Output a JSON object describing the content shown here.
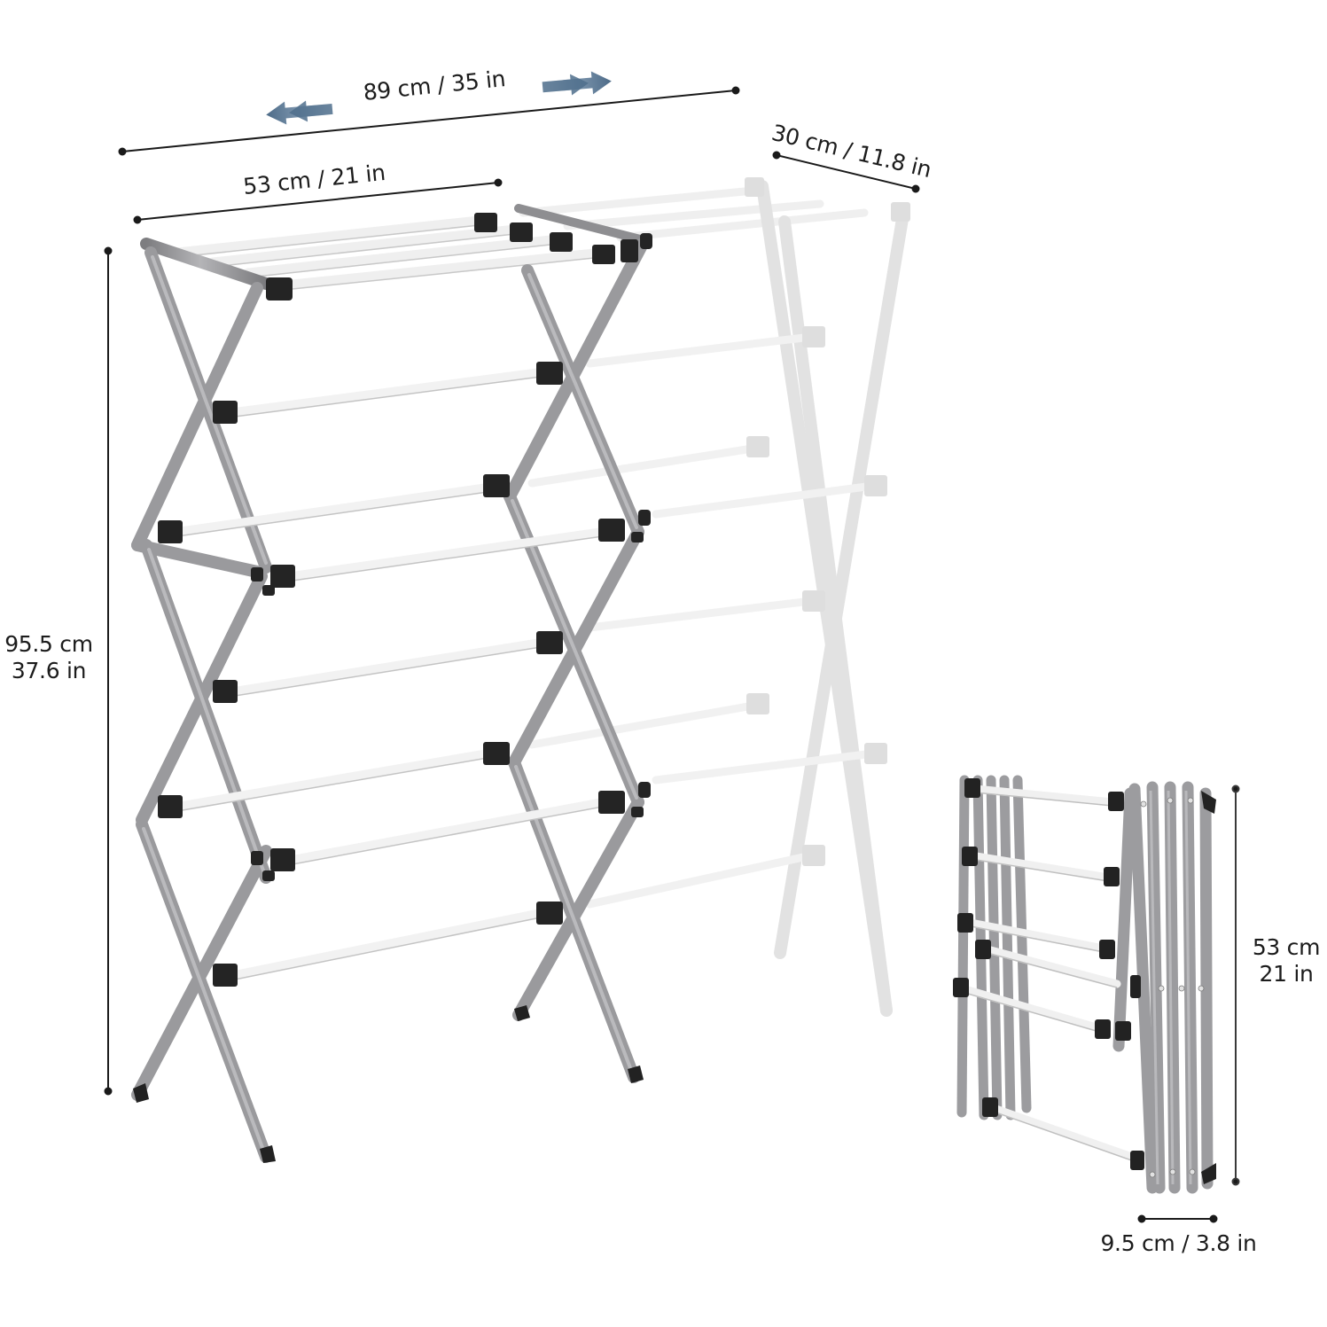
{
  "figure": {
    "subject": "Foldable expandable clothes drying rack — dimension diagram",
    "colors": {
      "background": "#ffffff",
      "frame_metal": "#9a9a9c",
      "frame_metal_dark": "#6f6f72",
      "rod_white": "#f4f4f4",
      "connector_black": "#222222",
      "ghost_extension": "#d9d9d9",
      "dimension_line": "#1a1a1a",
      "arrow_blue": "#5b7a98"
    }
  },
  "dimensions": {
    "expanded_width": {
      "label": "89 cm / 35 in",
      "cm": 89,
      "in": 35
    },
    "collapsed_width": {
      "label": "53 cm / 21 in",
      "cm": 53,
      "in": 21
    },
    "depth": {
      "label": "30 cm / 11.8 in",
      "cm": 30,
      "in": 11.8
    },
    "height": {
      "line1": "95.5 cm",
      "line2": "37.6 in",
      "cm": 95.5,
      "in": 37.6
    },
    "folded_height": {
      "line1": "53 cm",
      "line2": "21 in",
      "cm": 53,
      "in": 21
    },
    "folded_thickness": {
      "label": "9.5 cm / 3.8 in",
      "cm": 9.5,
      "in": 3.8
    }
  },
  "icons": {
    "expand_left": "double-arrow-left-icon",
    "expand_right": "double-arrow-right-icon"
  },
  "views": [
    {
      "name": "expanded-rack",
      "description": "Rack in base configuration with semi-transparent expanded extension"
    },
    {
      "name": "folded-rack",
      "description": "Rack fully folded flat"
    }
  ]
}
